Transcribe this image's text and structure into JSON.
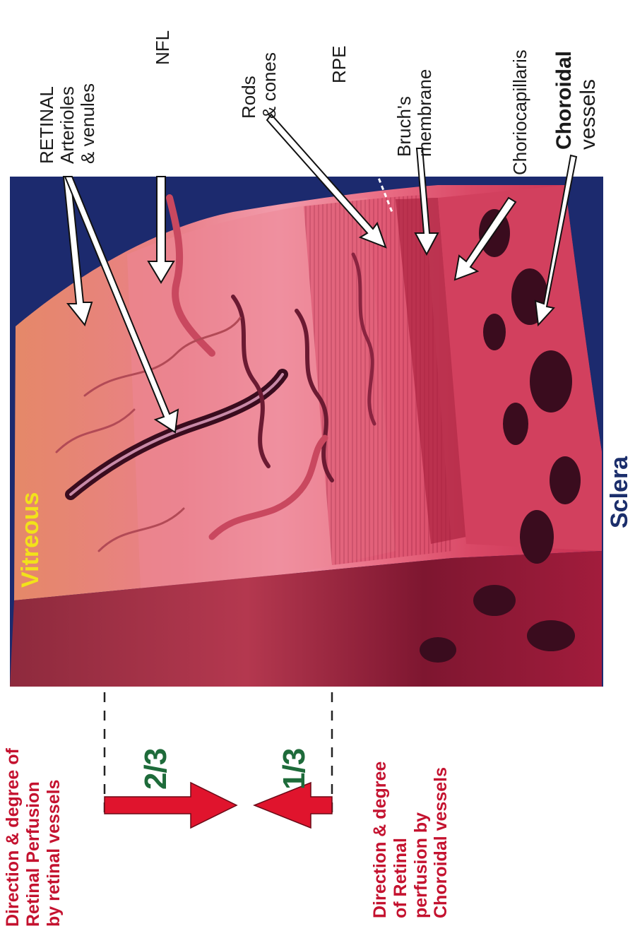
{
  "labels": {
    "retinal_vessels": [
      "RETINAL",
      "Arterioles",
      "& venules"
    ],
    "nfl": "NFL",
    "rods_cones": [
      "Rods",
      "& cones"
    ],
    "rpe": "RPE",
    "bruchs": [
      "Bruch's",
      "membrane"
    ],
    "choriocapillaris": "Choriocapillaris",
    "choroidal_vessels": [
      "Choroidal",
      "vessels"
    ],
    "vitreous": "Vitreous",
    "sclera": "Sclera"
  },
  "perfusion": {
    "retinal_caption": [
      "Direction & degree of",
      "Retinal Perfusion",
      "by retinal vessels"
    ],
    "choroidal_caption": [
      "Direction & degree",
      "of Retinal",
      "perfusion by",
      "Choroidal vessels"
    ],
    "retinal_fraction": "2/3",
    "choroidal_fraction": "1/3"
  },
  "colors": {
    "background_panel": "#1c2a6e",
    "tissue_pink": "#e8738a",
    "tissue_light": "#f39aa8",
    "vessel_dark": "#3a0c1e",
    "arrow_red": "#e0142d",
    "caption_red": "#c4122f",
    "fraction_green": "#1e6b3a",
    "vitreous_yellow": "#f2e21a",
    "sclera_navy": "#1b2e6b"
  }
}
